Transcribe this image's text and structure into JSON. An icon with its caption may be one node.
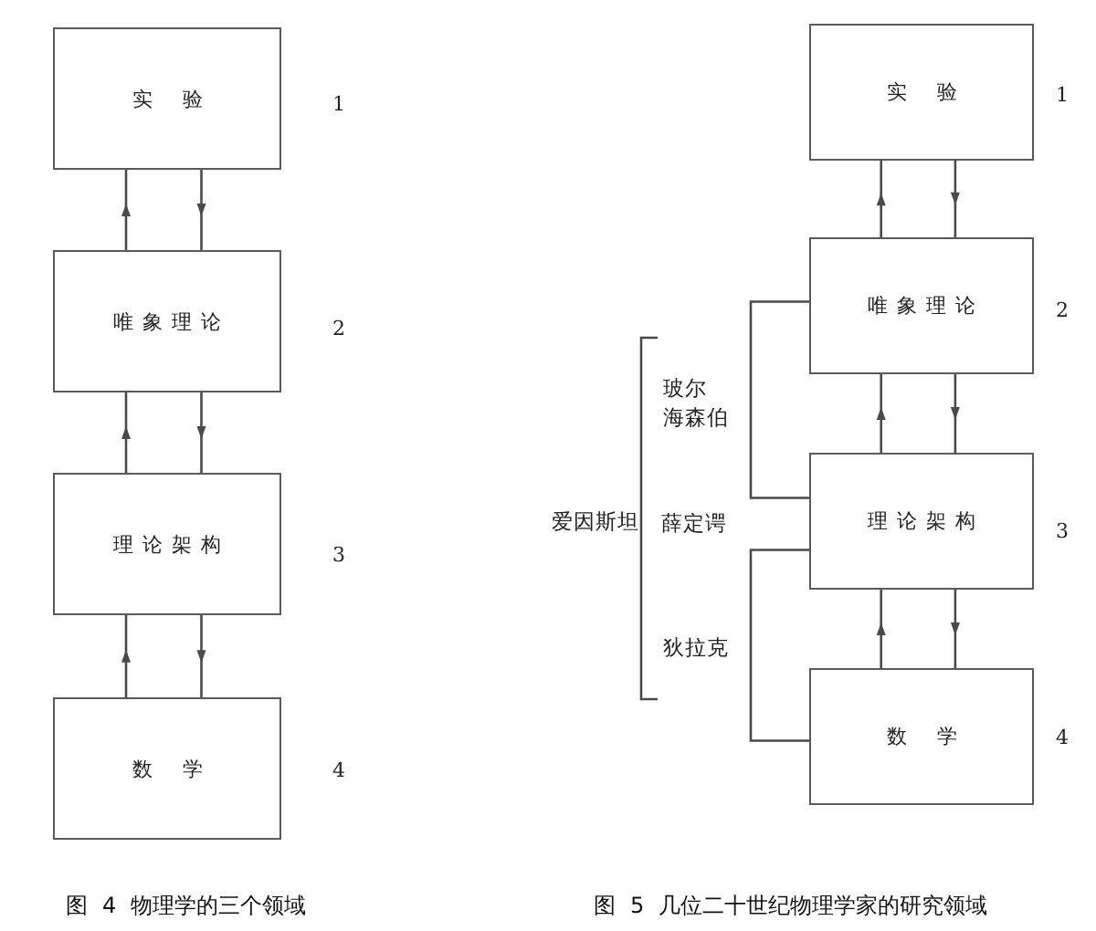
{
  "diagram": {
    "nodes": [
      {
        "text": [
          "实验"
        ],
        "beside": [
          "1"
        ]
      },
      {
        "text": [
          "唯象理论"
        ],
        "beside": [
          "2"
        ]
      },
      {
        "text": [
          "理论架构"
        ],
        "beside": [
          "3"
        ]
      },
      {
        "text": [
          "数学"
        ],
        "beside": [
          "4"
        ]
      },
      {
        "text": [
          "实验"
        ],
        "beside": [
          "1"
        ]
      },
      {
        "text": [
          "唯象理论"
        ],
        "beside": [
          "2"
        ]
      },
      {
        "text": [
          "理论架构"
        ],
        "beside": [
          "3"
        ]
      },
      {
        "text": [
          "数学"
        ],
        "beside": [
          "4"
        ]
      }
    ],
    "edges": [
      {
        "from": 1,
        "to": 0,
        "arrow": "to"
      },
      {
        "from": 0,
        "to": 1,
        "arrow": "to"
      },
      {
        "from": 2,
        "to": 1,
        "arrow": "to"
      },
      {
        "from": 1,
        "to": 2,
        "arrow": "to"
      },
      {
        "from": 3,
        "to": 2,
        "arrow": "to"
      },
      {
        "from": 2,
        "to": 3,
        "arrow": "to"
      },
      {
        "from": 5,
        "to": 4,
        "arrow": "to"
      },
      {
        "from": 4,
        "to": 5,
        "arrow": "to"
      },
      {
        "from": 6,
        "to": 5,
        "arrow": "to"
      },
      {
        "from": 5,
        "to": 6,
        "arrow": "to"
      },
      {
        "from": 7,
        "to": 6,
        "arrow": "to"
      },
      {
        "from": 6,
        "to": 7,
        "arrow": "to"
      },
      {
        "from": 5,
        "to": 6,
        "arrow": "none"
      },
      {
        "from": 6,
        "to": 7,
        "arrow": "none"
      }
    ],
    "labels": [
      "玻尔",
      "海森伯",
      "爱因斯坦",
      "薛定谔",
      "狄拉克",
      "图 4 物理学的三个领域",
      "图 5 几位二十世纪物理学家的研究领域"
    ]
  }
}
